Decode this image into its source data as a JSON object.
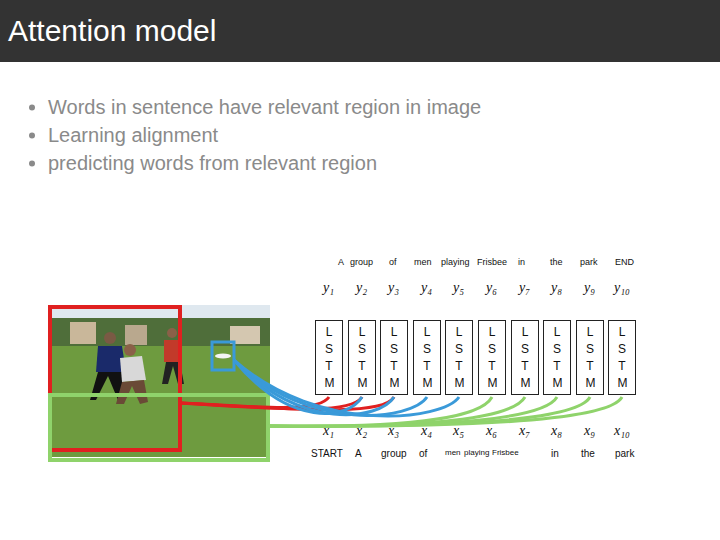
{
  "diagram": {
    "title": "Attention model",
    "nodes": [
      {
        "text": [
          "L S T M"
        ]
      },
      {
        "text": [
          "L S T M"
        ]
      },
      {
        "text": [
          "L S T M"
        ]
      },
      {
        "text": [
          "L S T M"
        ]
      },
      {
        "text": [
          "L S T M"
        ]
      },
      {
        "text": [
          "L S T M"
        ]
      },
      {
        "text": [
          "L S T M"
        ]
      },
      {
        "text": [
          "L S T M"
        ]
      },
      {
        "text": [
          "L S T M"
        ]
      },
      {
        "text": [
          "L S T M"
        ]
      }
    ],
    "labels": [
      "Words in sentence have relevant region in image",
      "Learning alignment",
      "predicting words from relevant region",
      "A",
      "group",
      "of",
      "men",
      "playing",
      "Frisbee",
      "in",
      "the",
      "park",
      "END",
      "y₁",
      "y₂",
      "y₃",
      "y₄",
      "y₅",
      "y₆",
      "y₇",
      "y₈",
      "y₉",
      "y₁₀",
      "x₁",
      "x₂",
      "x₃",
      "x₄",
      "x₅",
      "x₆",
      "x₇",
      "x₈",
      "x₉",
      "x₁₀",
      "START",
      "A",
      "group",
      "of",
      "men",
      "playing",
      "Frisbee",
      "in",
      "the",
      "park"
    ]
  }
}
